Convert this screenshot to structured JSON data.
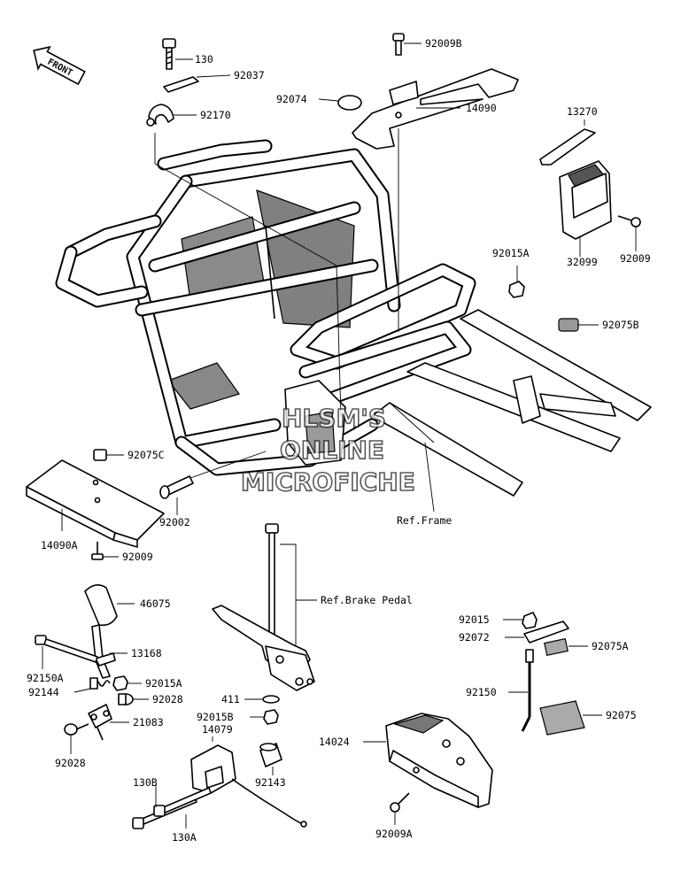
{
  "front_badge": "FRONT",
  "watermark": [
    "HLSM'S",
    "ONLINE",
    "MICROFICHE"
  ],
  "labels": {
    "l130": "130",
    "l92037": "92037",
    "l92170": "92170",
    "l92009B": "92009B",
    "l92074": "92074",
    "l14090": "14090",
    "l13270": "13270",
    "l32099": "32099",
    "l92009_top": "92009",
    "l92015A_top": "92015A",
    "l92075B": "92075B",
    "l92075C": "92075C",
    "l14090A": "14090A",
    "l92009_left": "92009",
    "l92002": "92002",
    "lRefFrame": "Ref.Frame",
    "lRefBrake": "Ref.Brake Pedal",
    "l46075": "46075",
    "l13168": "13168",
    "l92150A": "92150A",
    "l92144": "92144",
    "l92015A_low": "92015A",
    "l92028_r": "92028",
    "l21083": "21083",
    "l92028_l": "92028",
    "l411": "411",
    "l92015B": "92015B",
    "l14079": "14079",
    "l130B": "130B",
    "l130A": "130A",
    "l92143": "92143",
    "l92015": "92015",
    "l92072": "92072",
    "l92075A": "92075A",
    "l92150": "92150",
    "l92075": "92075",
    "l14024": "14024",
    "l92009A": "92009A"
  }
}
